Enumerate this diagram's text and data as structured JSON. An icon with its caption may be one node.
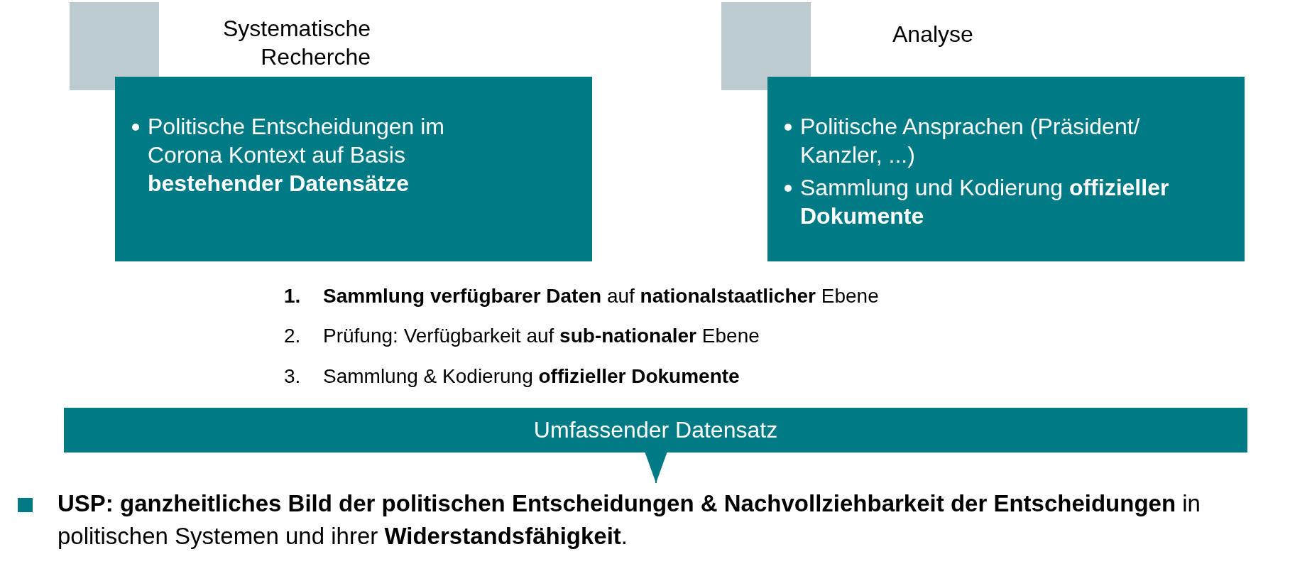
{
  "diagram": {
    "nodes": [
      {
        "text": [],
        "shape": "box"
      },
      {
        "text": [
          "Systematische Recherche",
          "Politische Entscheidungen im Corona Kontext auf Basis **bestehender Datensätze**"
        ]
      },
      {
        "text": [],
        "shape": "box"
      },
      {
        "text": [
          "Analyse",
          "Politische Ansprachen (Präsident/ Kanzler, ...)",
          "Sammlung und Kodierung **offizieller Dokumente**"
        ]
      },
      {
        "text": [
          "Umfassender Datensatz"
        ]
      },
      {
        "text": [
          "**USP: ganzheitliches Bild der politischen Entscheidungen & Nachvollziehbarkeit der Entscheidungen** in politischen Systemen und ihrer **Widerstandsfähigkeit**."
        ]
      }
    ],
    "edges": [
      {
        "from": 4,
        "to": 5,
        "arrow": "to"
      }
    ],
    "labels": [
      "1.",
      "**Sammlung verfügbarer Daten** auf **nationalstaatlicher** Ebene",
      "2.",
      "Prüfung: Verfügbarkeit auf **sub-nationaler** Ebene",
      "3.",
      "Sammlung & Kodierung **offizieller Dokumente**"
    ]
  }
}
